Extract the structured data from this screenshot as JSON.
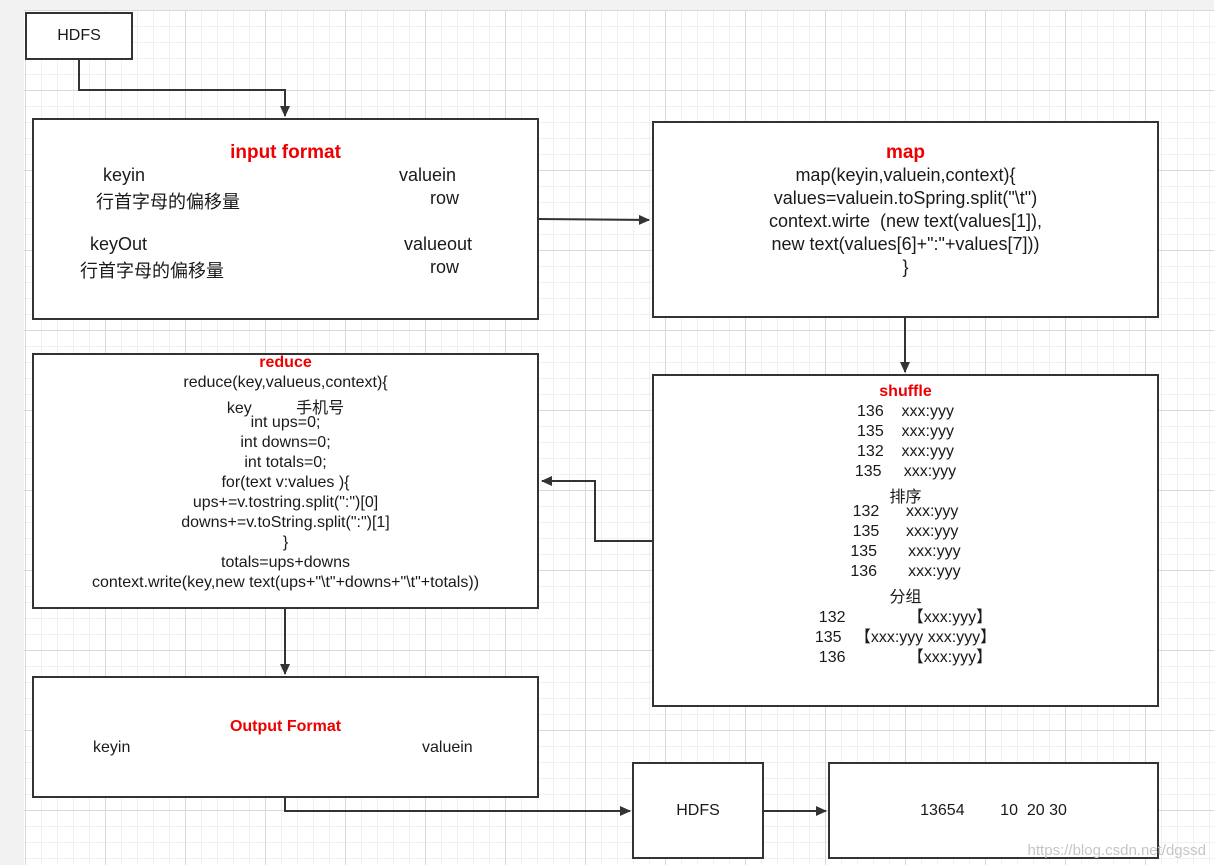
{
  "hdfs_top": {
    "label": "HDFS"
  },
  "input_format": {
    "title": "input format",
    "keyin": "keyin",
    "valuein": "valuein",
    "keyin_desc": "行首字母的偏移量",
    "valuein_desc": "row",
    "keyout": "keyOut",
    "valueout": "valueout",
    "keyout_desc": "行首字母的偏移量",
    "valueout_desc": "row"
  },
  "map": {
    "title": "map",
    "lines": [
      "map(keyin,valuein,context){",
      "values=valuein.toSpring.split(\"\\t\")",
      "context.wirte  (new text(values[1]),",
      "new text(values[6]+\":\"+values[7]))",
      "}"
    ]
  },
  "shuffle": {
    "title": "shuffle",
    "lines": [
      "136    xxx:yyy",
      "135    xxx:yyy",
      "132    xxx:yyy",
      "135     xxx:yyy",
      "排序",
      "132      xxx:yyy",
      "135      xxx:yyy",
      "135       xxx:yyy",
      "136       xxx:yyy",
      "分组",
      "132              【xxx:yyy】",
      "135   【xxx:yyy xxx:yyy】",
      "136              【xxx:yyy】"
    ]
  },
  "reduce": {
    "title": "reduce",
    "lines": [
      "reduce(key,valueus,context){",
      "key          手机号",
      "int ups=0;",
      "int downs=0;",
      "int totals=0;",
      "for(text v:values ){",
      "ups+=v.tostring.split(\":\")[0]",
      "downs+=v.toString.split(\":\")[1]",
      "}",
      "totals=ups+downs",
      "context.write(key,new text(ups+\"\\t\"+downs+\"\\t\"+totals))"
    ]
  },
  "output_format": {
    "title": "Output Format",
    "keyin": "keyin",
    "valuein": "valuein"
  },
  "hdfs_bottom": {
    "label": "HDFS"
  },
  "result": {
    "text": "13654        10  20 30"
  },
  "watermark": "https://blog.csdn.net/dgssd",
  "colors": {
    "title": "#ee0000",
    "border": "#333333",
    "grid": "#d9d9d9"
  }
}
